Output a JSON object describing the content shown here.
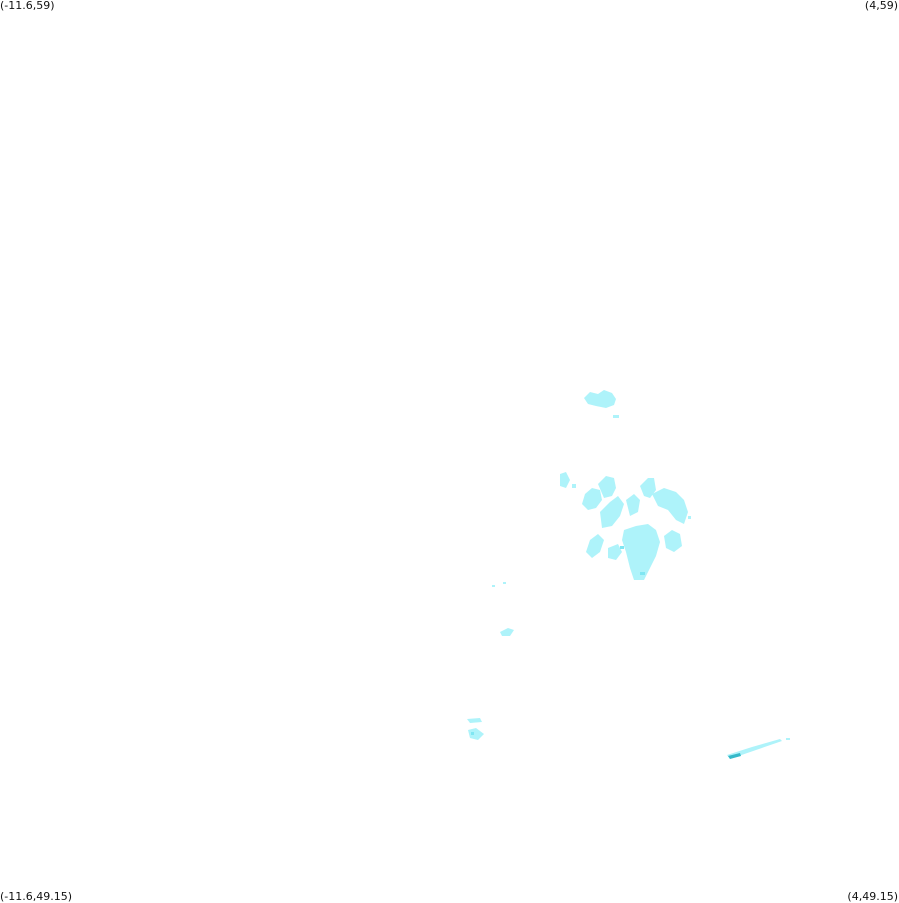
{
  "corners": {
    "top_left": "(-11.6,59)",
    "top_right": "(4,59)",
    "bottom_left": "(-11.6,49.15)",
    "bottom_right": "(4,49.15)"
  },
  "colors": {
    "background": "#ffffff",
    "fill_light": "#aef3fa",
    "fill_mid": "#7fe6f2",
    "fill_dark": "#35b9c9"
  }
}
